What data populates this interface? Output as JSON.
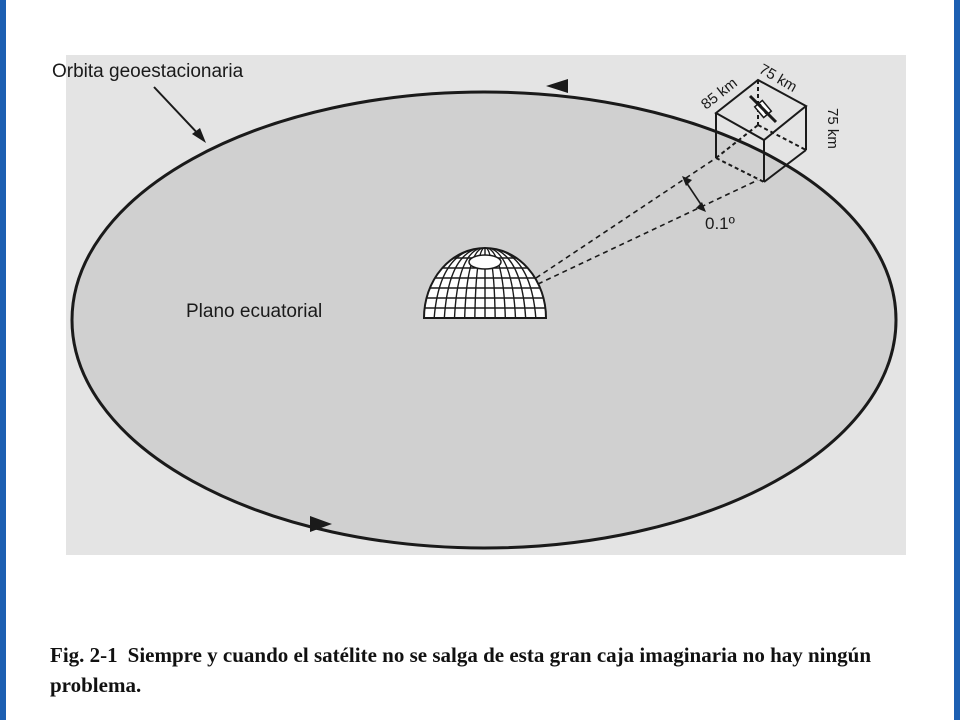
{
  "colors": {
    "frame": "#1d5fb2",
    "plane_fill": "#d0d0d0",
    "page_gray": "#e4e4e4",
    "ink": "#1a1a1a"
  },
  "diagram": {
    "orbit_label": "Orbita geoestacionaria",
    "plane_label": "Plano ecuatorial",
    "box_dim_a": "85 km",
    "box_dim_b": "75 km",
    "box_dim_c": "75 km",
    "angle_label": "0.1º",
    "earth_icon": "earth-hemisphere-icon",
    "satellite_icon": "satellite-icon"
  },
  "caption": {
    "label": "Fig. 2-1",
    "text": "Siempre y cuando el satélite no se salga de esta gran caja imaginaria no hay ningún problema."
  }
}
